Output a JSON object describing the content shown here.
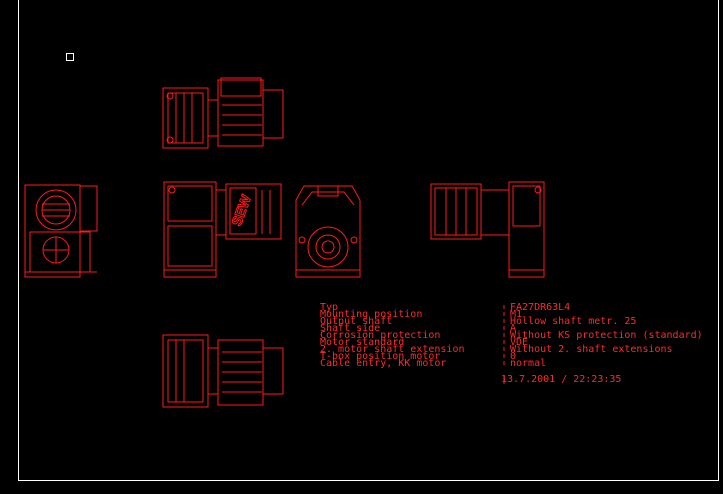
{
  "labels": {
    "type": "Typ",
    "mounting": "Mounting position",
    "output": "Output shaft",
    "shaft_side": "Shaft side",
    "corrosion": "Corrosion protection",
    "motor_std": "Motor standard",
    "shaft_ext": "2. motor shaft extension",
    "tbox": "T-box position motor",
    "cable": "Cable entry, KK motor"
  },
  "values": {
    "type": "FA27DR63L4",
    "mounting": "M1",
    "output": "Hollow shaft metr. 25",
    "shaft_side": "A",
    "corrosion": "Without KS protection (standard)",
    "motor_std": "VDE",
    "shaft_ext": "Without 2. shaft extensions",
    "tbox": "0",
    "cable": "normal"
  },
  "timestamp": "13.7.2001 / 22:23:35",
  "logo_text": "SEW",
  "colors": {
    "drawing": "#ff1a1a",
    "frame": "#ffffff",
    "background": "#000000"
  }
}
